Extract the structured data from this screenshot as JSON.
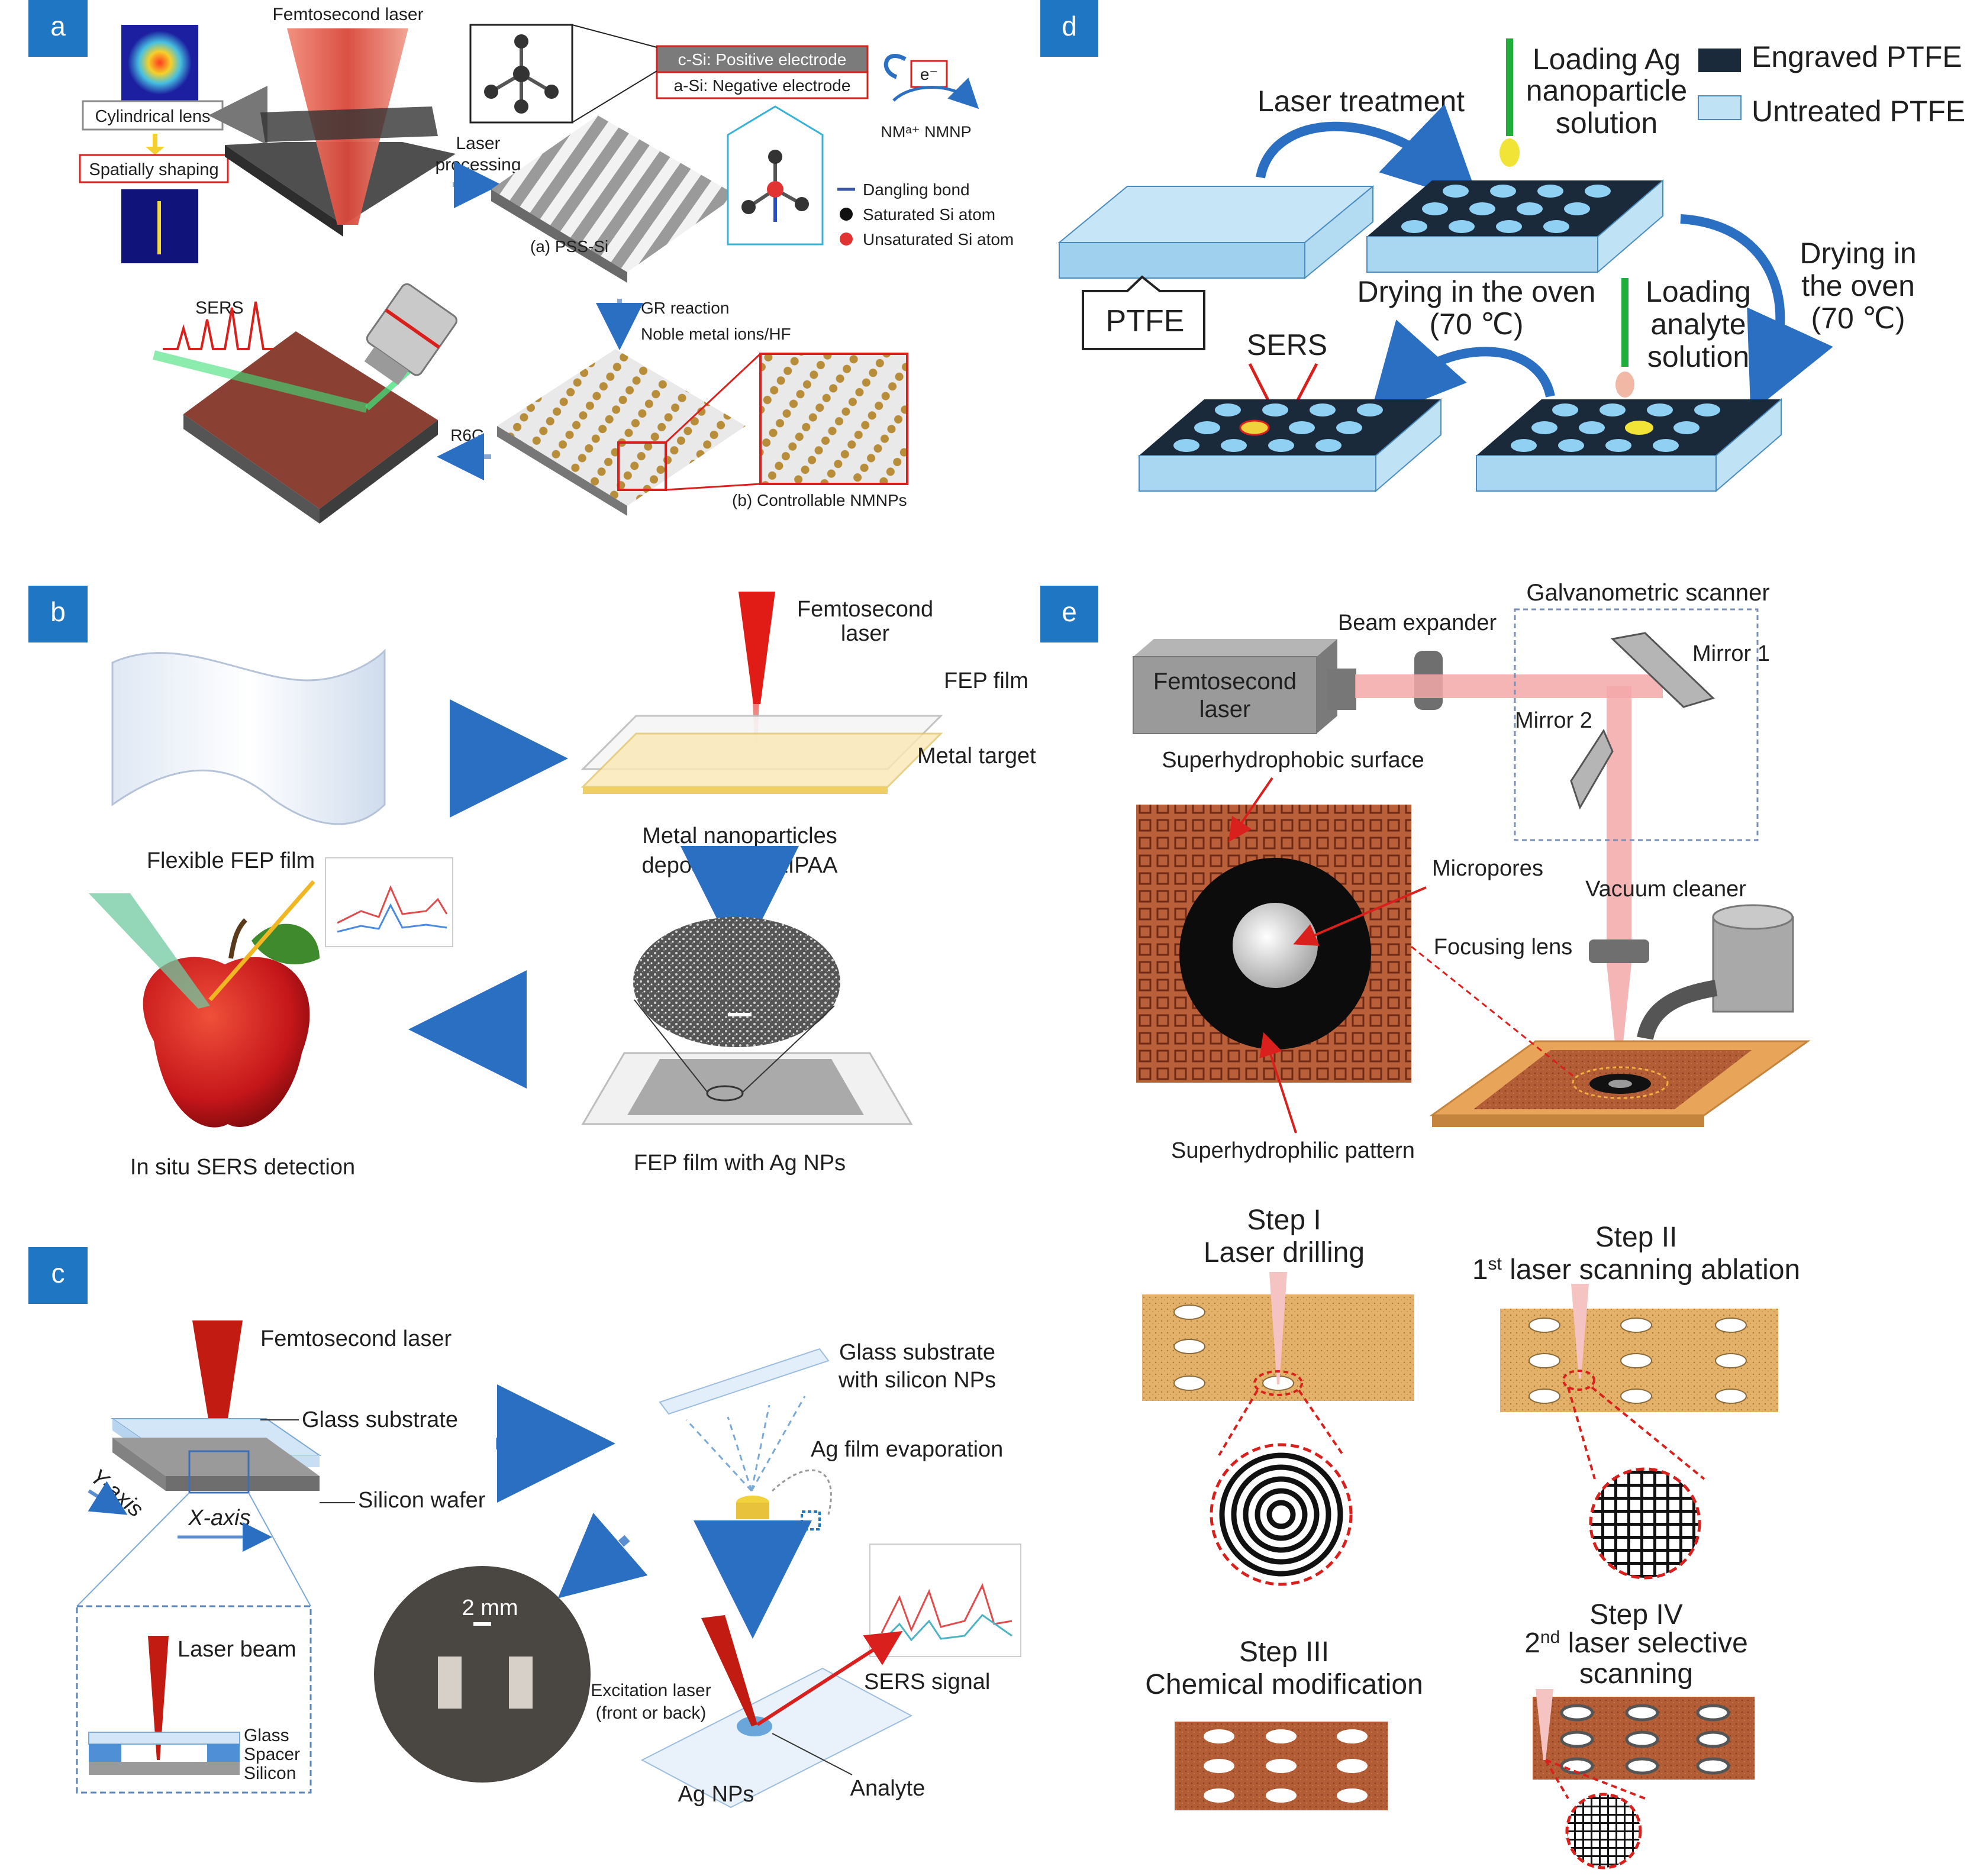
{
  "panels": {
    "a": {
      "tag": "a",
      "femtosecond_laser": "Femtosecond laser",
      "cylindrical_lens": "Cylindrical lens",
      "spatially_shaping": "Spatially shaping",
      "c_si": "c-Si: Positive electrode",
      "a_si": "a-Si: Negative electrode",
      "electron": "e⁻",
      "nm_reaction": "NMᵃ⁺ NMNP",
      "laser_processing_1": "Laser",
      "laser_processing_2": "processing",
      "legend_dangling": "Dangling bond",
      "legend_saturated": "Saturated Si atom",
      "legend_unsaturated": "Unsaturated Si atom",
      "pss_si": "(a) PSS-Si",
      "sers": "SERS",
      "gr_reaction": "GR reaction",
      "noble_metal": "Noble metal ions/HF",
      "r6g": "R6G",
      "controllable": "(b) Controllable NMNPs"
    },
    "b": {
      "tag": "b",
      "femtosecond_1": "Femtosecond",
      "femtosecond_2": "laser",
      "fep_film": "FEP film",
      "metal_target": "Metal target",
      "flexible_fep": "Flexible FEP film",
      "deposited_1": "Metal nanoparticles",
      "deposited_2": "deposited by LIPAA",
      "in_situ": "In situ SERS detection",
      "fep_ag": "FEP film with Ag NPs"
    },
    "c": {
      "tag": "c",
      "femtosecond_laser": "Femtosecond laser",
      "glass_substrate": "Glass substrate",
      "silicon_wafer": "Silicon wafer",
      "y_axis": "Y-axis",
      "x_axis": "X-axis",
      "laser_beam": "Laser beam",
      "glass": "Glass",
      "spacer": "Spacer",
      "silicon": "Silicon",
      "scale": "2 mm",
      "glass_np_1": "Glass substrate",
      "glass_np_2": "with silicon NPs",
      "ag_evap": "Ag film evaporation",
      "excitation_1": "Excitation laser",
      "excitation_2": "(front or back)",
      "sers_signal": "SERS signal",
      "ag_nps": "Ag NPs",
      "analyte": "Analyte"
    },
    "d": {
      "tag": "d",
      "laser_treatment": "Laser treatment",
      "loading_ag_1": "Loading Ag",
      "loading_ag_2": "nanoparticle",
      "loading_ag_3": "solution",
      "legend_engraved": "Engraved PTFE",
      "legend_untreated": "Untreated PTFE",
      "drying_right_1": "Drying in",
      "drying_right_2": "the oven",
      "drying_right_3": "(70 ℃)",
      "ptfe": "PTFE",
      "drying_mid_1": "Drying in the oven",
      "drying_mid_2": "(70 ℃)",
      "loading_an_1": "Loading",
      "loading_an_2": "analyte",
      "loading_an_3": "solution",
      "sers": "SERS"
    },
    "e": {
      "tag": "e",
      "galvo": "Galvanometric scanner",
      "beam_expander": "Beam expander",
      "fs_1": "Femtosecond",
      "fs_2": "laser",
      "mirror1": "Mirror 1",
      "mirror2": "Mirror 2",
      "superhydrophobic": "Superhydrophobic surface",
      "micropores": "Micropores",
      "vacuum": "Vacuum cleaner",
      "focusing": "Focusing lens",
      "superhydrophilic": "Superhydrophilic pattern",
      "step1_title": "Step I",
      "step1_sub": "Laser drilling",
      "step2_title": "Step II",
      "step2_sup": "st",
      "step2_pre": "1",
      "step2_sub": " laser scanning ablation",
      "step3_title": "Step III",
      "step3_sub": "Chemical modification",
      "step4_title": "Step IV",
      "step4_pre": "2",
      "step4_sup": "nd",
      "step4_sub": " laser selective",
      "step4_sub2": "scanning"
    }
  },
  "colors": {
    "tag_bg": "#1f76c2",
    "arrow_blue": "#2a8bc7",
    "ptfe_light": "#bfe3f5",
    "ptfe_dark": "#1b2a3a",
    "laser_red": "#d9201c",
    "copper": "#b9603a",
    "orange_plate": "#e8a55a"
  }
}
